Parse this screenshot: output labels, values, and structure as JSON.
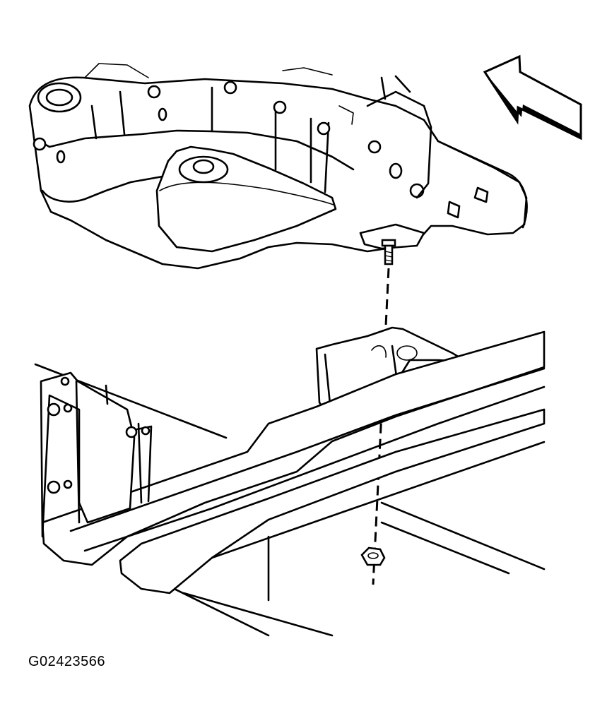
{
  "figure": {
    "id_label": "G02423566",
    "parts": {
      "oil_pan": "oil-pan",
      "frame_rail": "frame-rail",
      "mount_bracket": "mount-bracket",
      "bolt": "bolt",
      "nut": "nut",
      "direction_arrow": "direction-arrow"
    }
  }
}
